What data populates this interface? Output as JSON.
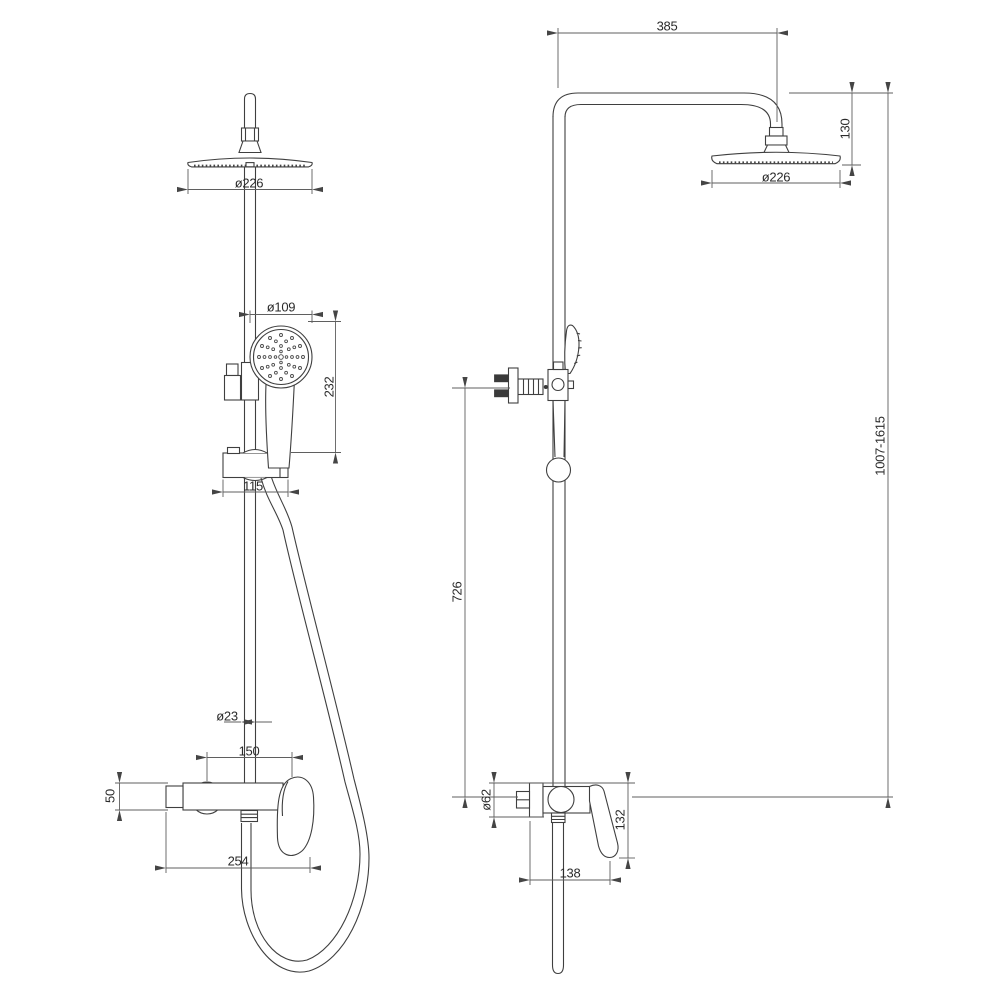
{
  "drawing": {
    "title": "shower-column-technical-drawing",
    "subject": "Shower column with rain head, hand shower and wall-mounted mixer; front and side orthographic views with dimensions (mm)",
    "style": {
      "background": "#ffffff",
      "line_color": "#3f3f3f",
      "dimension_line_color": "#5f5f5f",
      "text_color": "#2b2b2b"
    },
    "views": {
      "front": {
        "name": "front-view",
        "dimensions": {
          "head_diameter": "ø226",
          "hand_shower_diameter": "ø109",
          "hand_shower_length": "232",
          "slider_bracket_width": "115",
          "column_pipe_diameter": "ø23",
          "inlet_spacing": "150",
          "mixer_body_height": "50",
          "mixer_overall_width": "254"
        }
      },
      "side": {
        "name": "side-view",
        "dimensions": {
          "arm_reach": "385",
          "head_drop": "130",
          "head_diameter": "ø226",
          "column_height_range": "1007-1615",
          "bracket_to_mixer": "726",
          "escutcheon_diameter": "ø62",
          "mixer_drop": "132",
          "mixer_depth": "138"
        }
      }
    }
  }
}
